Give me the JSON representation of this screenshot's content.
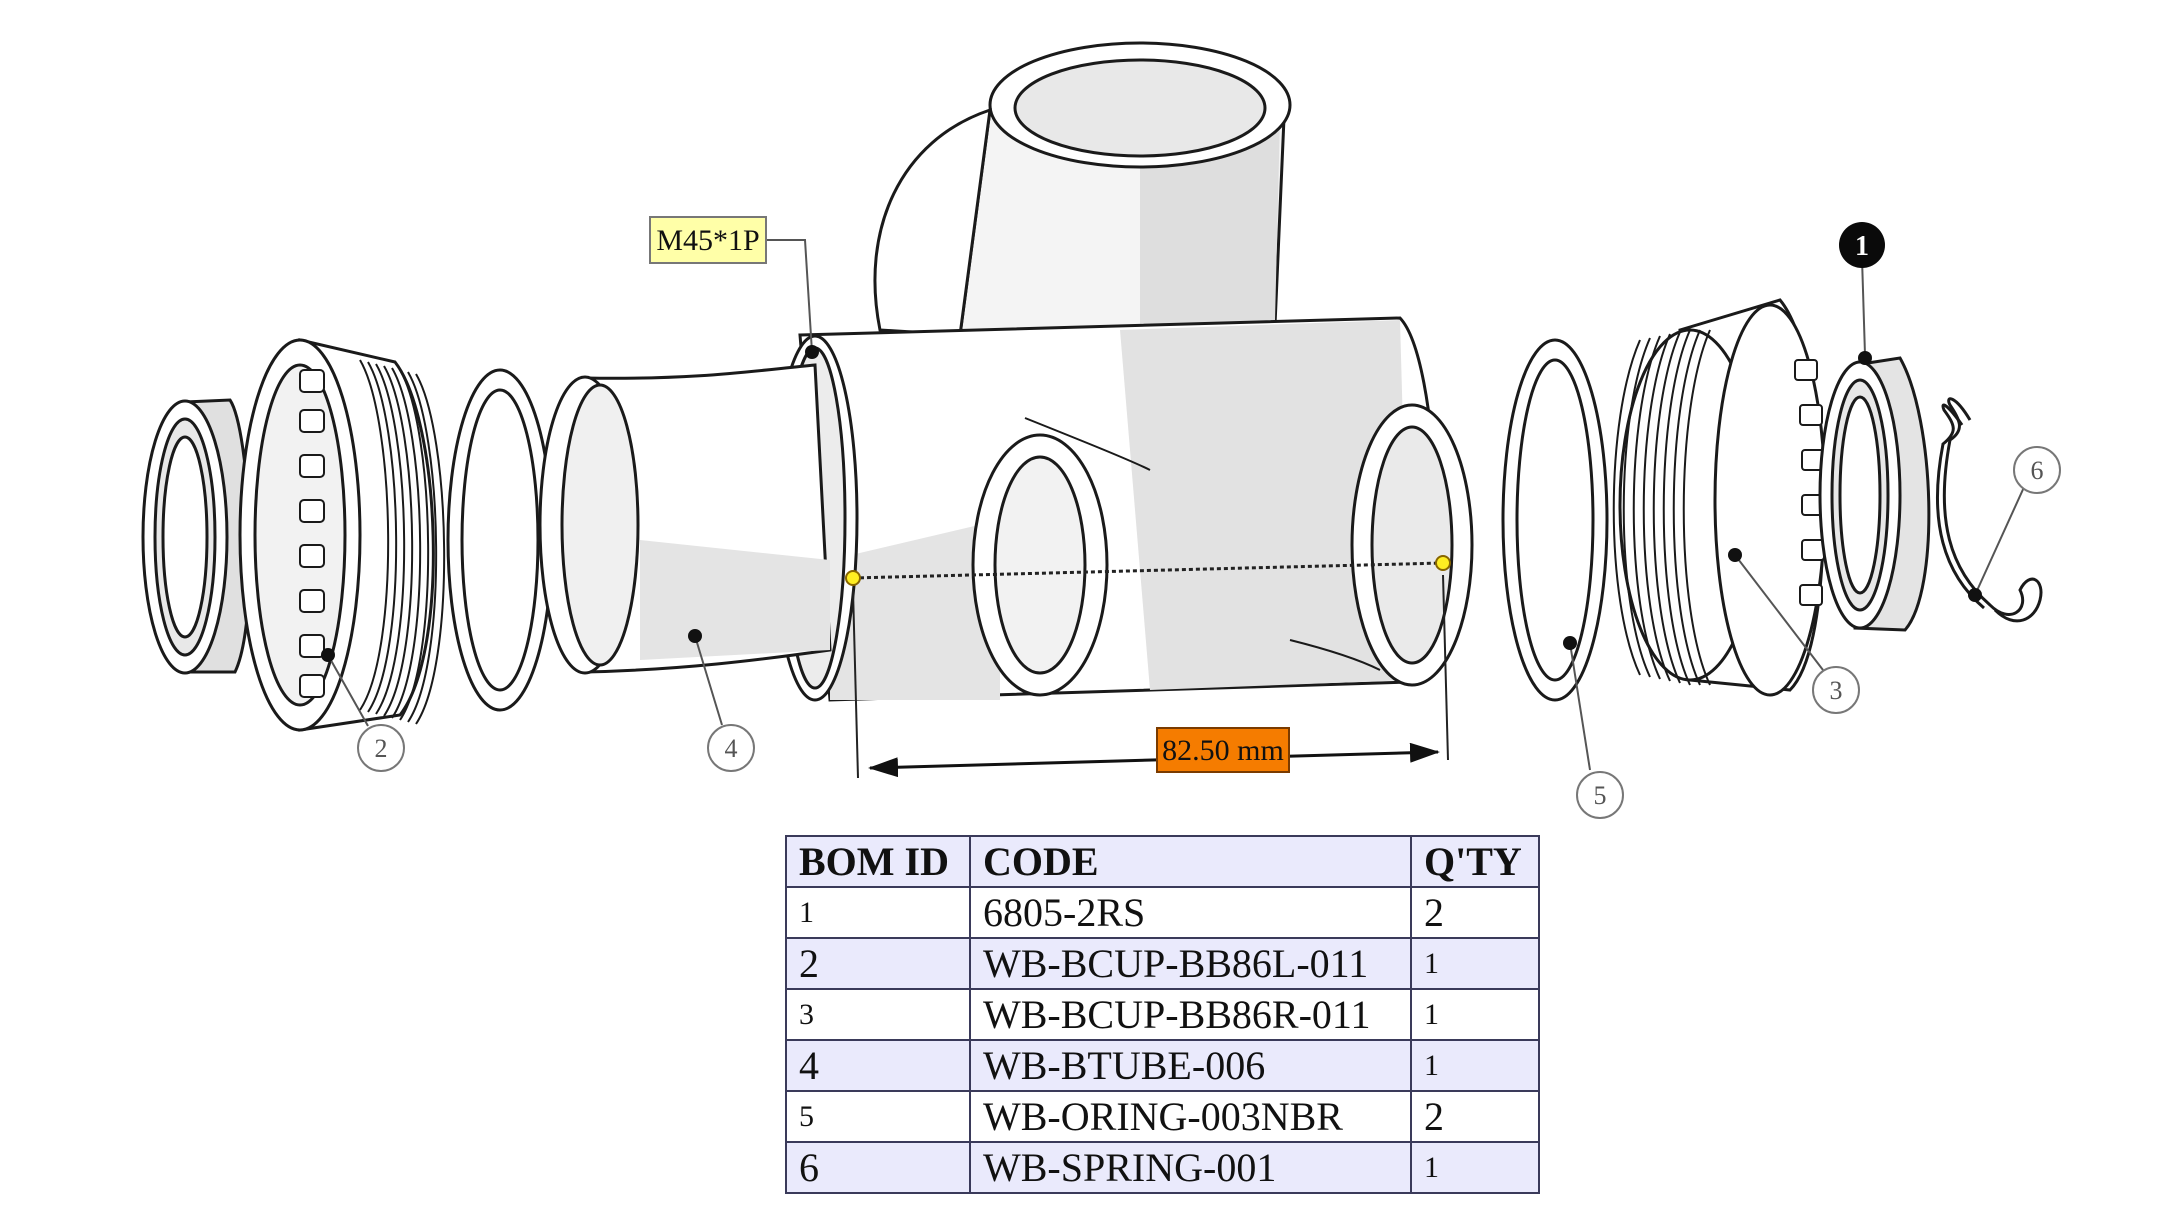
{
  "diagram": {
    "thread_label": "M45*1P",
    "dimension_label": "82.50 mm",
    "balloons": [
      "1",
      "2",
      "3",
      "4",
      "5",
      "6"
    ]
  },
  "bom": {
    "headers": [
      "BOM ID",
      "CODE",
      "Q'TY"
    ],
    "rows": [
      {
        "id": "1",
        "code": "6805-2RS",
        "qty": "2"
      },
      {
        "id": "2",
        "code": "WB-BCUP-BB86L-011",
        "qty": "1"
      },
      {
        "id": "3",
        "code": "WB-BCUP-BB86R-011",
        "qty": "1"
      },
      {
        "id": "4",
        "code": "WB-BTUBE-006",
        "qty": "1"
      },
      {
        "id": "5",
        "code": "WB-ORING-003NBR",
        "qty": "2"
      },
      {
        "id": "6",
        "code": "WB-SPRING-001",
        "qty": "1"
      }
    ]
  },
  "colors": {
    "thread_label_bg": "#ffffa8",
    "dimension_label_bg": "#f57c00",
    "table_header_bg": "#eaeafc",
    "table_alt_row_bg": "#eaeafc",
    "line": "#1a1a1a",
    "shade": "#dcdcdc"
  }
}
